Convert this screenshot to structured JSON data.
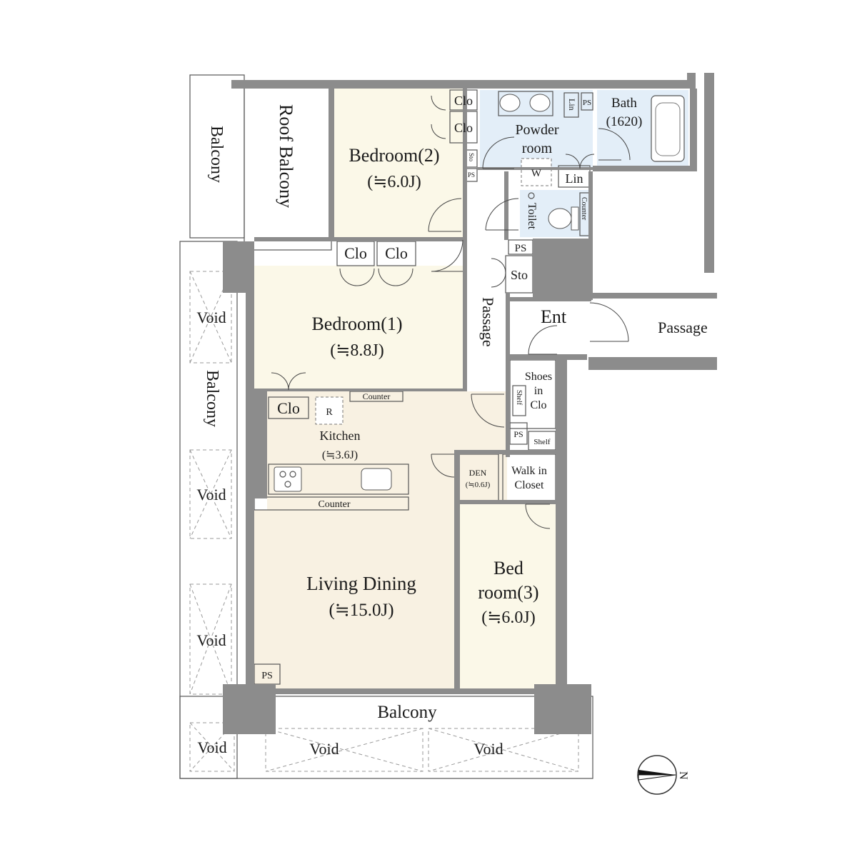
{
  "colors": {
    "bedroom": "#fbf8e8",
    "living": "#f8f1e2",
    "closet": "#d6cfaa",
    "wet": "#e3eef8",
    "wall": "#8c8c8c",
    "outline": "#555555",
    "background": "#ffffff"
  },
  "rooms": {
    "bedroom2": {
      "name": "Bedroom(2)",
      "size": "(≒6.0J)"
    },
    "bedroom1": {
      "name": "Bedroom(1)",
      "size": "(≒8.8J)"
    },
    "bedroom3": {
      "name_line1": "Bed",
      "name_line2": "room(3)",
      "size": "(≒6.0J)"
    },
    "living": {
      "name": "Living Dining",
      "size": "(≒15.0J)"
    },
    "kitchen": {
      "name": "Kitchen",
      "size": "(≒3.6J)"
    },
    "powder": {
      "line1": "Powder",
      "line2": "room"
    },
    "bath": {
      "line1": "Bath",
      "line2": "(1620)"
    },
    "toilet": "Toilet",
    "ent": "Ent",
    "passage_inner": "Passage",
    "passage_outer": "Passage",
    "den": {
      "line1": "DEN",
      "line2": "(≒0.6J)"
    },
    "walkin": {
      "line1": "Walk in",
      "line2": "Closet"
    },
    "shoes": {
      "line1": "Shoes",
      "line2": "in",
      "line3": "Clo"
    }
  },
  "storage": {
    "clo": "Clo",
    "sto": "Sto",
    "ps": "PS",
    "lin": "Lin",
    "w": "W",
    "r": "R",
    "shelf": "Shelf",
    "counter": "Counter"
  },
  "outdoor": {
    "balcony": "Balcony",
    "roof_balcony": "Roof Balcony",
    "void": "Void"
  },
  "compass": {
    "label": "N"
  }
}
